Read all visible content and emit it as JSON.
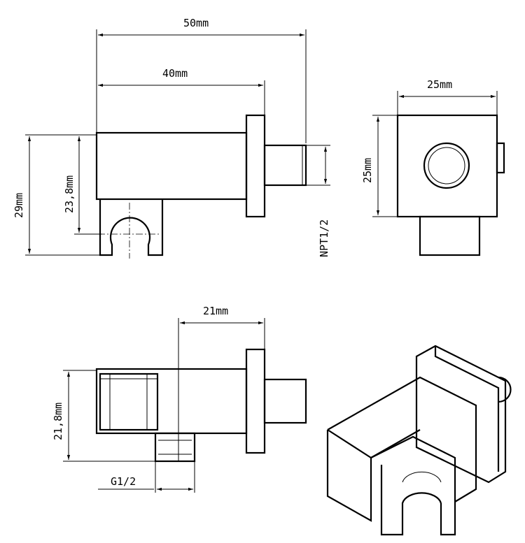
{
  "drawing": {
    "side_view": {
      "overall_length": "50mm",
      "body_length": "40mm",
      "overall_height": "29mm",
      "center_height": "23,8mm",
      "outlet_thread": "NPT1/2"
    },
    "front_view": {
      "width": "25mm",
      "height": "25mm"
    },
    "bottom_view": {
      "offset": "21mm",
      "height": "21,8mm",
      "inlet_thread": "G1/2"
    }
  }
}
